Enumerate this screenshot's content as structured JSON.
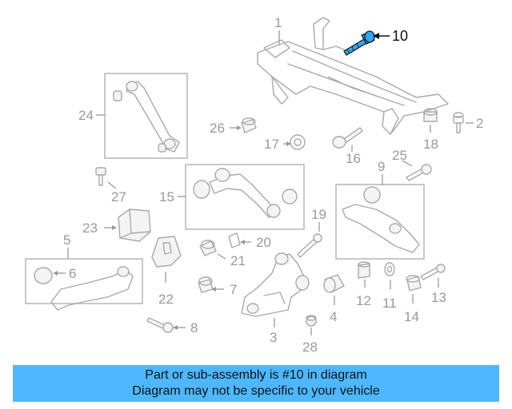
{
  "callouts": {
    "c1": "1",
    "c2": "2",
    "c3": "3",
    "c4": "4",
    "c5": "5",
    "c6": "6",
    "c7": "7",
    "c8": "8",
    "c9": "9",
    "c10": "10",
    "c11": "11",
    "c12": "12",
    "c13": "13",
    "c14": "14",
    "c15": "15",
    "c16": "16",
    "c17": "17",
    "c18": "18",
    "c19": "19",
    "c20": "20",
    "c21": "21",
    "c22": "22",
    "c23": "23",
    "c24": "24",
    "c25": "25",
    "c26": "26",
    "c27": "27",
    "c28": "28"
  },
  "highlight": {
    "part_number": "10",
    "color": "#2ea8ff"
  },
  "banner": {
    "line1": "Part or sub-assembly is #10 in diagram",
    "line2": "Diagram may not be specific to your vehicle",
    "background": "#4db8ff"
  }
}
